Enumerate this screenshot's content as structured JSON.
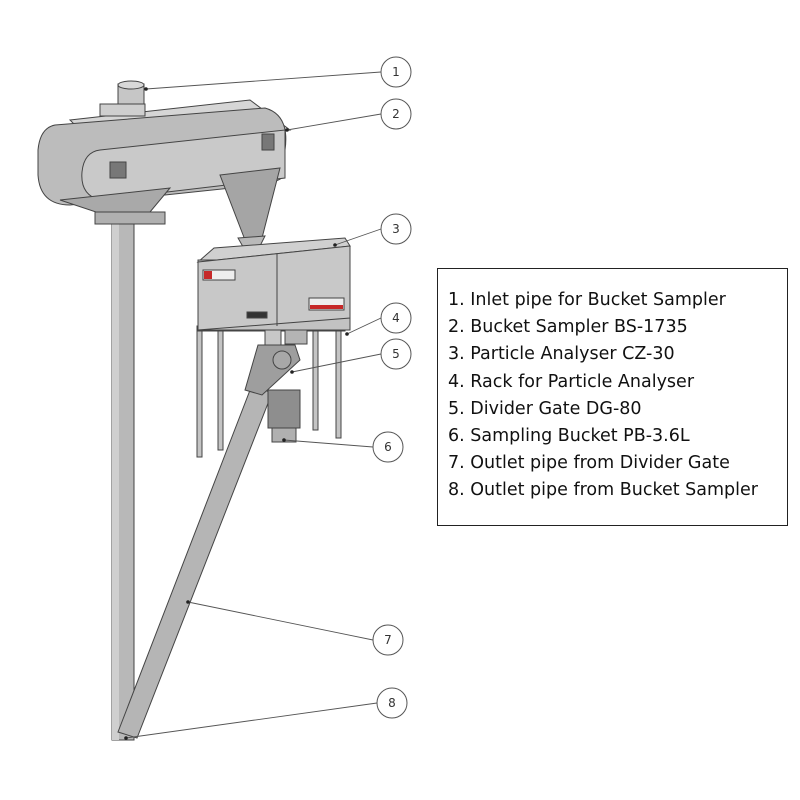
{
  "callouts": [
    "1",
    "2",
    "3",
    "4",
    "5",
    "6",
    "7",
    "8"
  ],
  "legend": {
    "items": [
      "1. Inlet pipe for Bucket Sampler",
      "2. Bucket Sampler BS-1735",
      "3. Particle Analyser CZ-30",
      "4. Rack for Particle Analyser",
      "5. Divider Gate DG-80",
      "6. Sampling Bucket PB-3.6L",
      "7. Outlet pipe from Divider Gate",
      "8. Outlet pipe from Bucket Sampler"
    ]
  },
  "colors": {
    "metal": "#bdbdbd",
    "metal_dark": "#8c8c8c",
    "brand_red": "#c62828"
  }
}
